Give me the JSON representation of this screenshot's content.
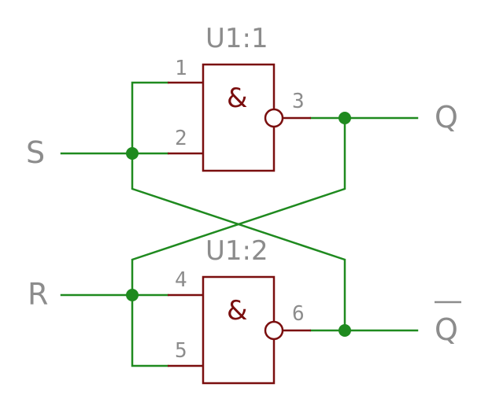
{
  "gates": [
    {
      "ref": "U1:1",
      "symbol": "&",
      "pins": {
        "in_a": "1",
        "in_b": "2",
        "out": "3"
      }
    },
    {
      "ref": "U1:2",
      "symbol": "&",
      "pins": {
        "in_a": "4",
        "in_b": "5",
        "out": "6"
      }
    }
  ],
  "nets": {
    "set": "S",
    "reset": "R",
    "q": "Q",
    "q_bar": "Q"
  },
  "colors": {
    "wire": "#1f8a1f",
    "gate": "#7a0e0e",
    "label": "#8c8c8c",
    "background": "#ffffff"
  }
}
